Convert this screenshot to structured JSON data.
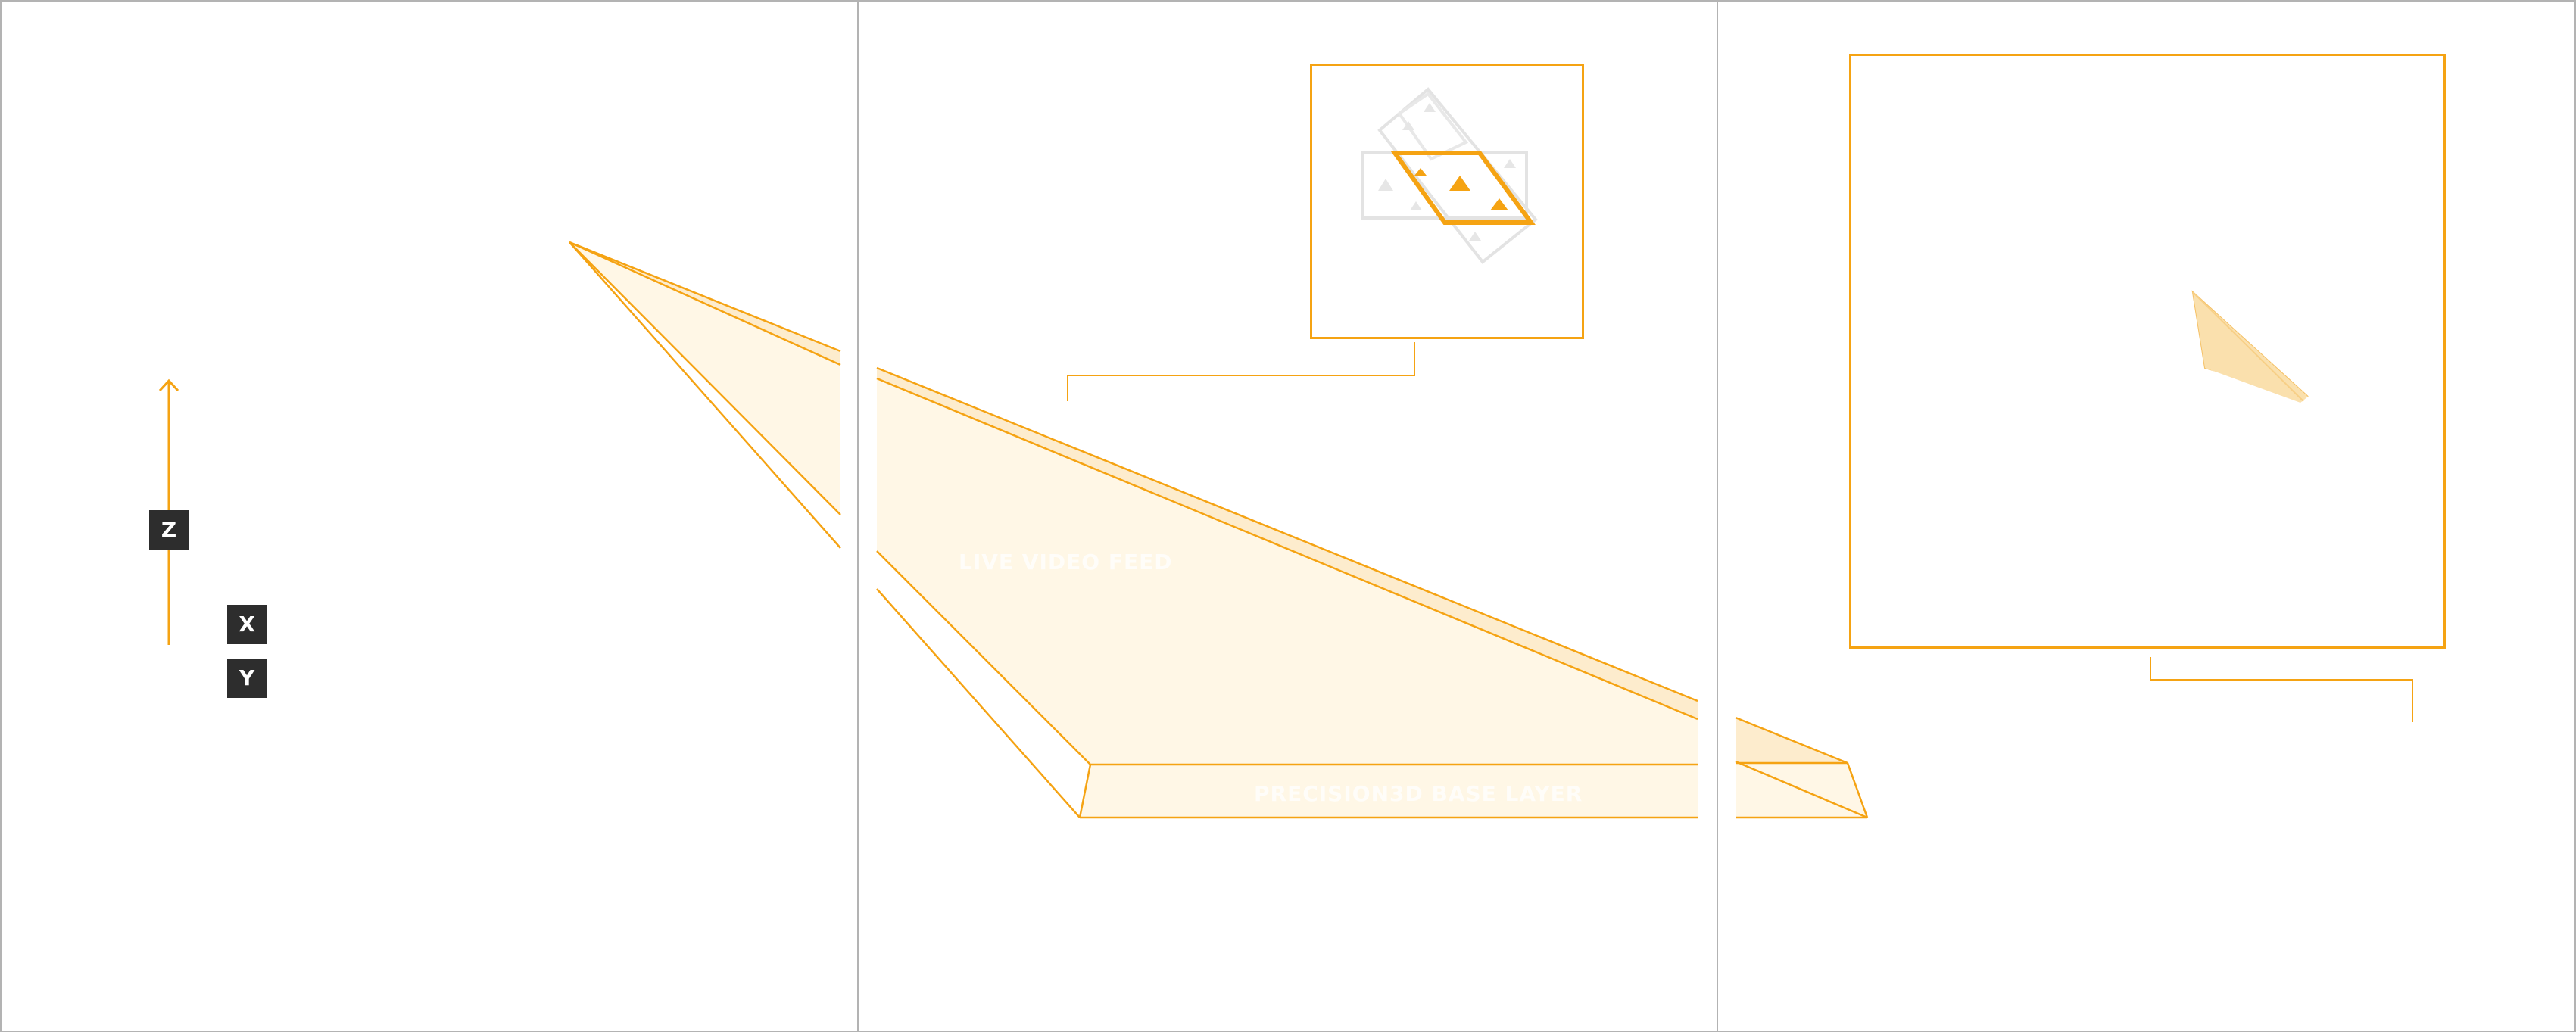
{
  "axes": {
    "z_label": "Z",
    "x_label": "X",
    "y_label": "Y"
  },
  "layers": {
    "live_video_feed_label": "LIVE VIDEO FEED",
    "base_layer_label": "PRECISION3D BASE LAYER"
  },
  "colors": {
    "accent": "#f5a313",
    "accent_fill": "#fff7e6",
    "accent_fill_strong": "#fdeccd",
    "panel_border": "#b3b3b3",
    "badge_bg": "#2d2d2d",
    "badge_text": "#ffffff"
  }
}
